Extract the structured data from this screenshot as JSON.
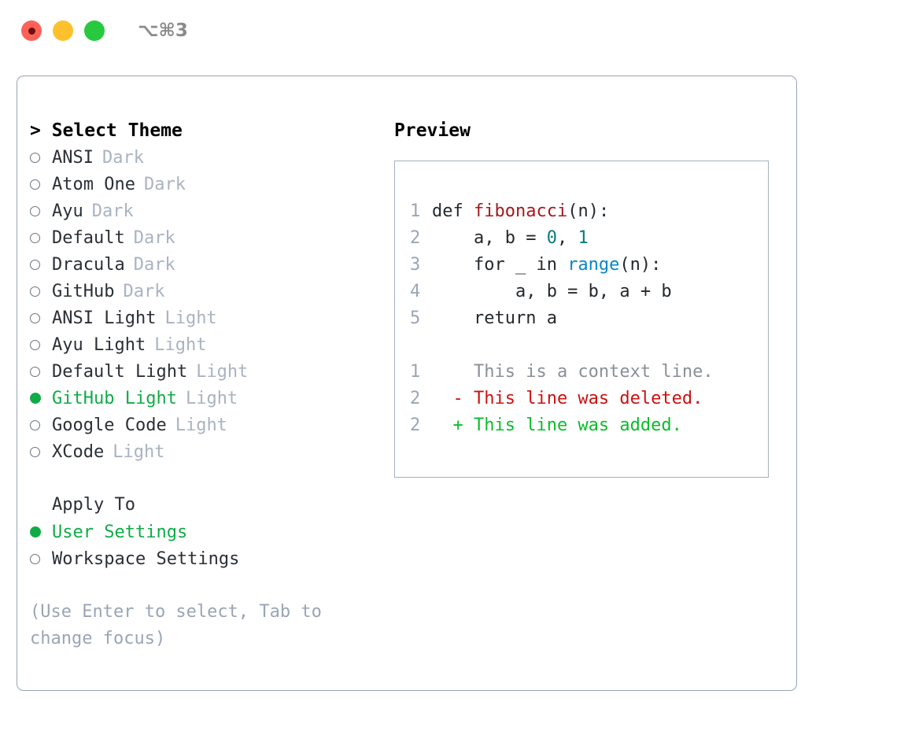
{
  "titlebar": {
    "lights": [
      {
        "name": "close",
        "color": "#fd6157"
      },
      {
        "name": "minimize",
        "color": "#ffc02e"
      },
      {
        "name": "zoom",
        "color": "#27c93f"
      }
    ],
    "shortcut": "⌥⌘3"
  },
  "theme_list": {
    "heading": "> Select Theme",
    "items": [
      {
        "label": "ANSI",
        "badge": "Dark",
        "selected": false
      },
      {
        "label": "Atom One",
        "badge": "Dark",
        "selected": false
      },
      {
        "label": "Ayu",
        "badge": "Dark",
        "selected": false
      },
      {
        "label": "Default",
        "badge": "Dark",
        "selected": false
      },
      {
        "label": "Dracula",
        "badge": "Dark",
        "selected": false
      },
      {
        "label": "GitHub",
        "badge": "Dark",
        "selected": false
      },
      {
        "label": "ANSI Light",
        "badge": "Light",
        "selected": false
      },
      {
        "label": "Ayu Light",
        "badge": "Light",
        "selected": false
      },
      {
        "label": "Default Light",
        "badge": "Light",
        "selected": false
      },
      {
        "label": "GitHub Light",
        "badge": "Light",
        "selected": true
      },
      {
        "label": "Google Code",
        "badge": "Light",
        "selected": false
      },
      {
        "label": "XCode",
        "badge": "Light",
        "selected": false
      }
    ]
  },
  "apply_to": {
    "heading": "Apply To",
    "options": [
      {
        "label": "User Settings",
        "selected": true
      },
      {
        "label": "Workspace Settings",
        "selected": false
      }
    ]
  },
  "hint": "(Use Enter to select, Tab to change focus)",
  "preview": {
    "heading": "Preview",
    "code_lines": [
      {
        "ln": "1",
        "segments": [
          {
            "text": "def ",
            "token": "plain"
          },
          {
            "text": "fibonacci",
            "token": "fn"
          },
          {
            "text": "(n):",
            "token": "plain"
          }
        ]
      },
      {
        "ln": "2",
        "segments": [
          {
            "text": "    a, b = ",
            "token": "plain"
          },
          {
            "text": "0",
            "token": "num"
          },
          {
            "text": ", ",
            "token": "plain"
          },
          {
            "text": "1",
            "token": "num"
          }
        ]
      },
      {
        "ln": "3",
        "segments": [
          {
            "text": "    for _ in ",
            "token": "plain"
          },
          {
            "text": "range",
            "token": "call"
          },
          {
            "text": "(n):",
            "token": "plain"
          }
        ]
      },
      {
        "ln": "4",
        "segments": [
          {
            "text": "        a, b = b, a + b",
            "token": "plain"
          }
        ]
      },
      {
        "ln": "5",
        "segments": [
          {
            "text": "    return a",
            "token": "plain"
          }
        ]
      }
    ],
    "diff_lines": [
      {
        "ln": "1",
        "marker": " ",
        "text": "This is a context line.",
        "kind": "context"
      },
      {
        "ln": "2",
        "marker": "-",
        "text": "This line was deleted.",
        "kind": "deleted"
      },
      {
        "ln": "2",
        "marker": "+",
        "text": "This line was added.",
        "kind": "added"
      }
    ]
  },
  "colors": {
    "accent_green": "#10ab47",
    "badge_gray": "#a9b3c2",
    "hint_gray": "#9aa5b5",
    "fn_red": "#a6191e",
    "num_teal": "#0b7b7b",
    "call_blue": "#0587c7",
    "diff_del_red": "#cc1111",
    "diff_add_green": "#0bbd2a",
    "border": "#9aa4b4"
  }
}
